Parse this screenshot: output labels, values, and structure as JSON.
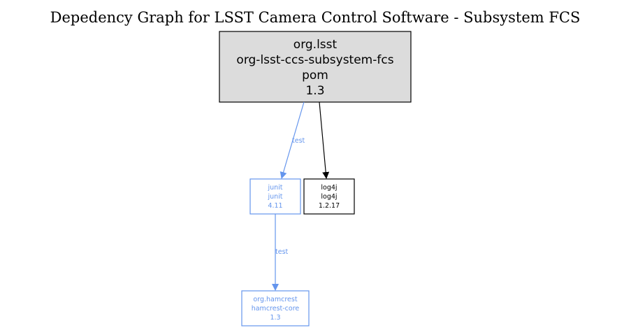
{
  "title": "Depedency Graph for LSST Camera Control Software - Subsystem FCS",
  "colors": {
    "test_scope": "#6495ed",
    "compile_scope": "#000000",
    "root_fill": "#dcdcdc"
  },
  "nodes": {
    "root": {
      "group": "org.lsst",
      "artifact": "org-lsst-ccs-subsystem-fcs",
      "packaging": "pom",
      "version": "1.3"
    },
    "junit": {
      "group": "junit",
      "artifact": "junit",
      "version": "4.11",
      "scope": "test"
    },
    "log4j": {
      "group": "log4j",
      "artifact": "log4j",
      "version": "1.2.17",
      "scope": "compile"
    },
    "hamcrest": {
      "group": "org.hamcrest",
      "artifact": "hamcrest-core",
      "version": "1.3",
      "scope": "test"
    }
  },
  "edges": {
    "root_junit": {
      "from": "root",
      "to": "junit",
      "label": "test"
    },
    "root_log4j": {
      "from": "root",
      "to": "log4j",
      "label": ""
    },
    "junit_hamcrest": {
      "from": "junit",
      "to": "hamcrest",
      "label": "test"
    }
  }
}
